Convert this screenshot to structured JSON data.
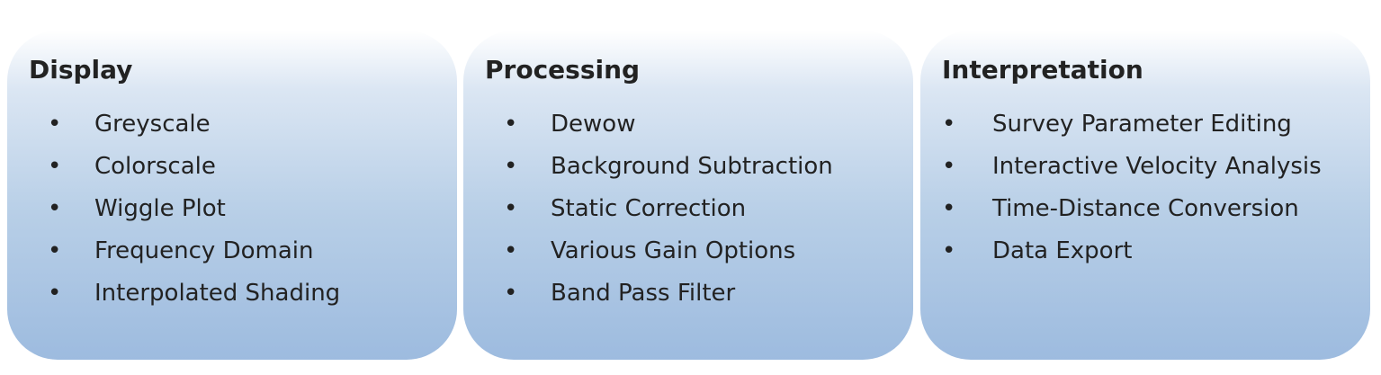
{
  "panels": [
    {
      "title": "Display",
      "items": [
        "Greyscale",
        "Colorscale",
        "Wiggle Plot",
        "Frequency Domain",
        "Interpolated Shading"
      ]
    },
    {
      "title": "Processing",
      "items": [
        "Dewow",
        "Background Subtraction",
        "Static Correction",
        "Various Gain Options",
        "Band Pass Filter"
      ]
    },
    {
      "title": "Interpretation",
      "items": [
        "Survey Parameter Editing",
        "Interactive Velocity Analysis",
        "Time-Distance Conversion",
        "Data Export"
      ]
    }
  ],
  "bullet_glyph": "•",
  "colors": {
    "panel_top": "#ffffff",
    "panel_bottom": "#9dbbdf",
    "text": "#222222"
  }
}
